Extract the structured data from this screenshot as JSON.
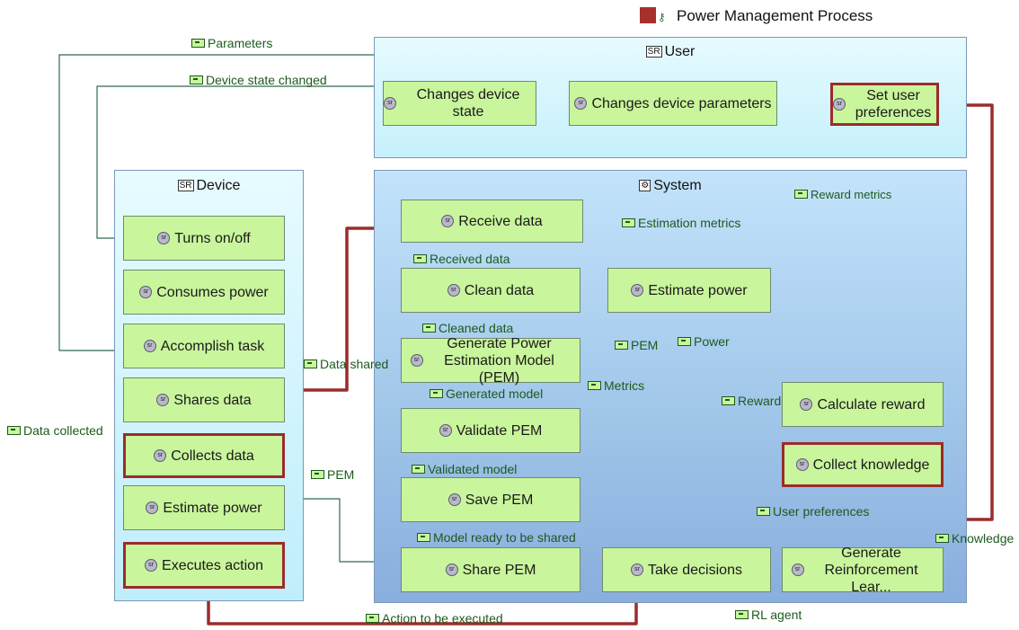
{
  "legend": {
    "label": "Power Management Process",
    "icon": "key-icon"
  },
  "lanes": {
    "user": "User",
    "device": "Device",
    "system": "System"
  },
  "tasks": {
    "changes_device_state": "Changes device state",
    "changes_device_parameters": "Changes device parameters",
    "set_user_preferences": "Set user preferences",
    "turns_on_off": "Turns on/off",
    "consumes_power": "Consumes power",
    "accomplish_task": "Accomplish task",
    "shares_data": "Shares data",
    "collects_data": "Collects data",
    "device_estimate_power": "Estimate power",
    "executes_action": "Executes action",
    "receive_data": "Receive data",
    "clean_data": "Clean data",
    "generate_pem": "Generate Power Estimation Model (PEM)",
    "validate_pem": "Validate PEM",
    "save_pem": "Save PEM",
    "share_pem": "Share PEM",
    "estimate_power": "Estimate power",
    "take_decisions": "Take decisions",
    "calculate_reward": "Calculate reward",
    "collect_knowledge": "Collect knowledge",
    "generate_rl": "Generate Reinforcement Lear..."
  },
  "flows": {
    "parameters": "Parameters",
    "device_state_changed": "Device state changed",
    "data_shared": "Data shared",
    "data_collected": "Data collected",
    "pem_device": "PEM",
    "action_to_be_executed": "Action to be executed",
    "received_data": "Received data",
    "cleaned_data": "Cleaned data",
    "generated_model": "Generated model",
    "validated_model": "Validated model",
    "model_ready": "Model ready to be shared",
    "reward_metrics": "Reward metrics",
    "estimation_metrics": "Estimation metrics",
    "pem_system": "PEM",
    "power": "Power",
    "metrics": "Metrics",
    "reward": "Reward",
    "user_preferences": "User preferences",
    "knowledge": "Knowledge",
    "rl_agent": "RL agent"
  },
  "colors": {
    "highlight": "#9c2b2b",
    "task_fill": "#c9f59c",
    "flow_text": "#1d5a1d"
  }
}
